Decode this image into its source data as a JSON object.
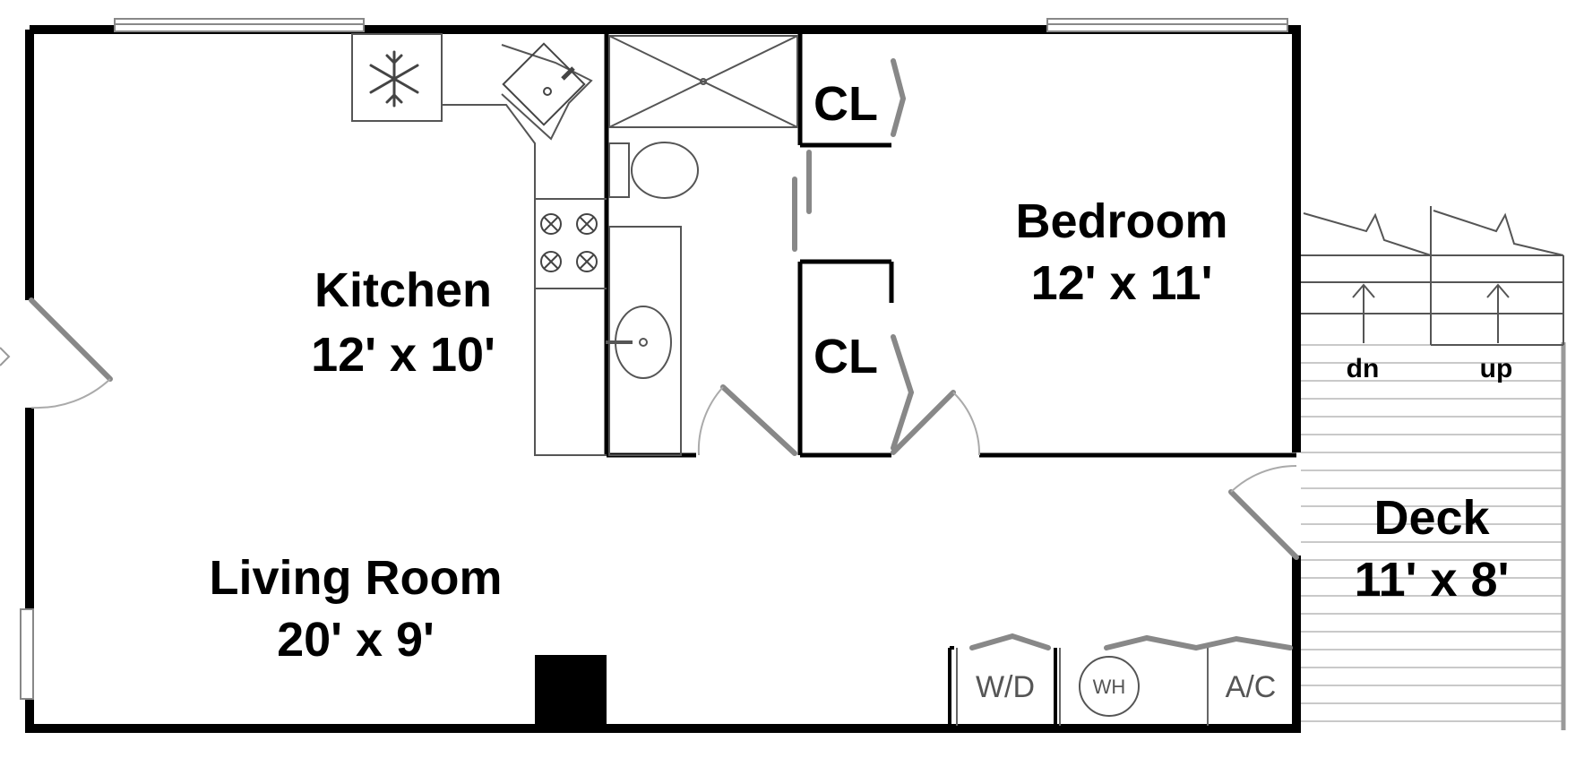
{
  "rooms": {
    "kitchen": {
      "name": "Kitchen",
      "size": "12' x 10'"
    },
    "bedroom": {
      "name": "Bedroom",
      "size": "12' x 11'"
    },
    "living": {
      "name": "Living Room",
      "size": "20' x 9'"
    },
    "deck": {
      "name": "Deck",
      "size": "11' x 8'"
    }
  },
  "closets": {
    "upper": "CL",
    "lower": "CL"
  },
  "stairs": {
    "down": "dn",
    "up": "up"
  },
  "utilities": {
    "washer_dryer": "W/D",
    "water_heater": "WH",
    "air_conditioner": "A/C"
  },
  "icons": [
    "snowflake-icon",
    "sink-icon",
    "stove-burner-icon",
    "toilet-icon",
    "arrow-up-icon"
  ]
}
